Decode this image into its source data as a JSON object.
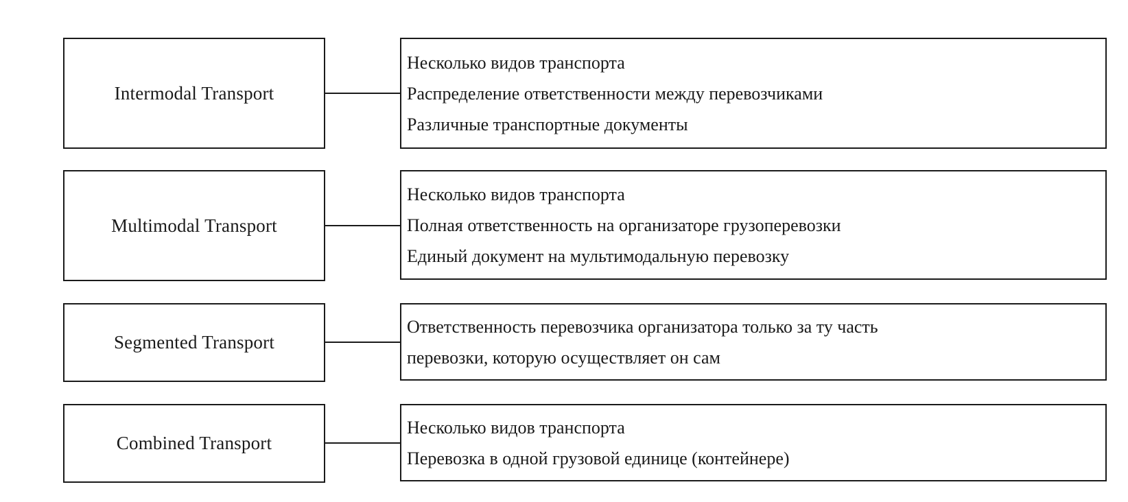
{
  "rows": [
    {
      "term": "Intermodal Transport",
      "features": [
        "Несколько видов транспорта",
        "Распределение ответственности между перевозчиками",
        "Различные транспортные документы"
      ]
    },
    {
      "term": "Multimodal Transport",
      "features": [
        "Несколько видов транспорта",
        "Полная ответственность на организаторе грузоперевозки",
        "Единый документ на мультимодальную перевозку"
      ]
    },
    {
      "term": "Segmented Transport",
      "features": [
        "Ответственность перевозчика организатора только за ту часть",
        "перевозки, которую осуществляет он сам"
      ]
    },
    {
      "term": "Combined Transport",
      "features": [
        "Несколько видов транспорта",
        "Перевозка в одной грузовой единице (контейнере)"
      ]
    }
  ]
}
